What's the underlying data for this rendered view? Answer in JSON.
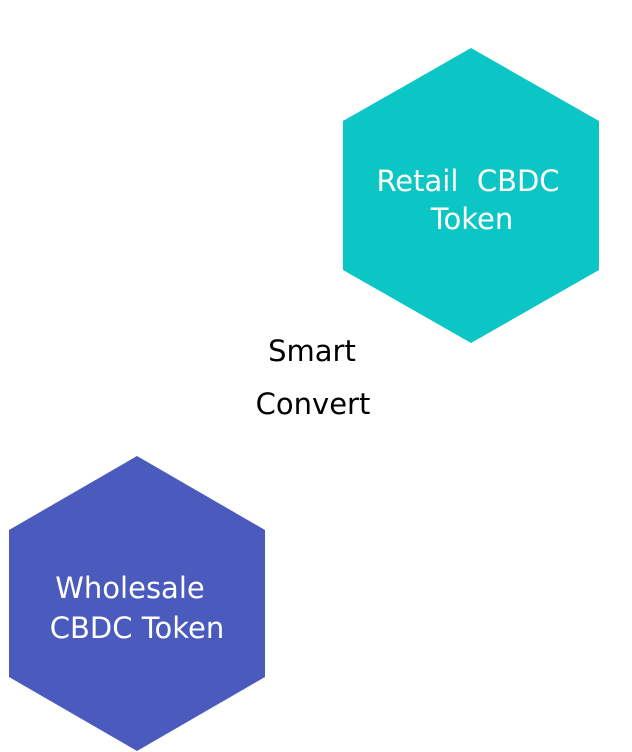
{
  "diagram": {
    "retail": {
      "line1": "Retail  CBDC",
      "line2": "Token",
      "color": "#0cc6c6"
    },
    "wholesale": {
      "line1": "Wholesale",
      "line2": "CBDC Token",
      "color": "#4a5bbd"
    },
    "center": {
      "line1": "Smart",
      "line2": "Convert"
    }
  }
}
